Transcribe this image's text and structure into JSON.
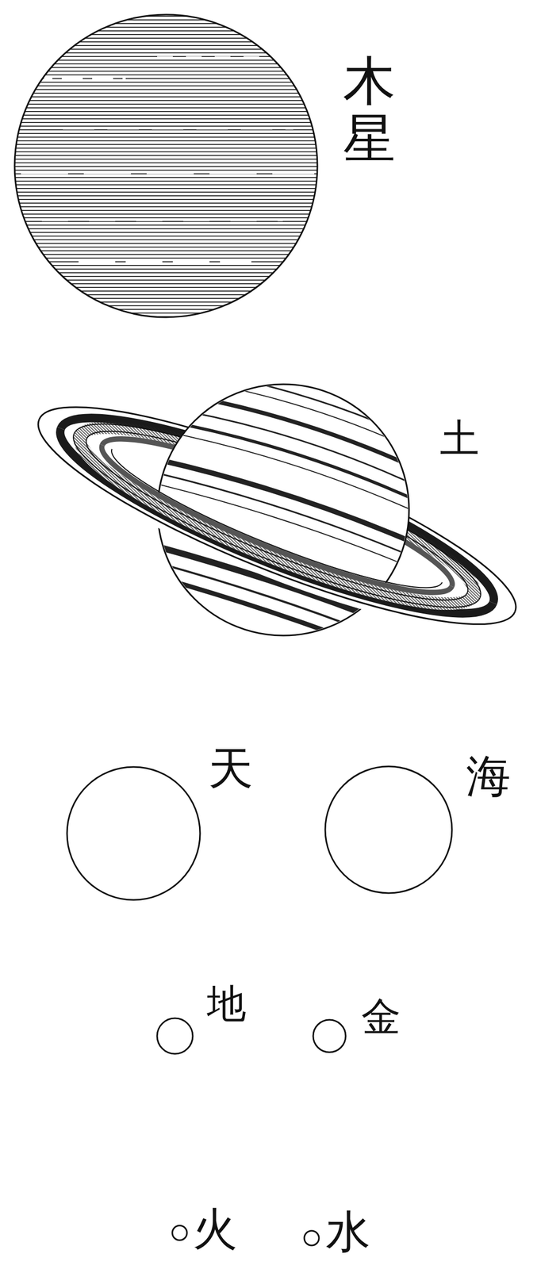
{
  "diagram": {
    "labels": [
      "木星",
      "土",
      "天",
      "海",
      "地",
      "金",
      "火",
      "水"
    ]
  }
}
